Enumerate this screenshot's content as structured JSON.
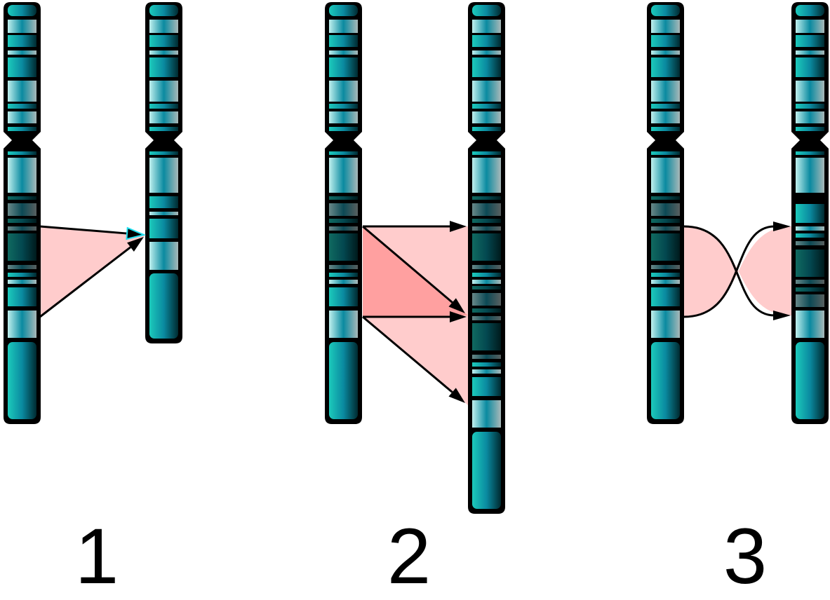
{
  "panels": [
    {
      "label": "1"
    },
    {
      "label": "2"
    },
    {
      "label": "3"
    }
  ],
  "colors": {
    "outline": "#000000",
    "highlight": "#ffcccc",
    "highlight_dark": "#ffa0a0",
    "arrow_outline_accent": "#20e0f0"
  }
}
